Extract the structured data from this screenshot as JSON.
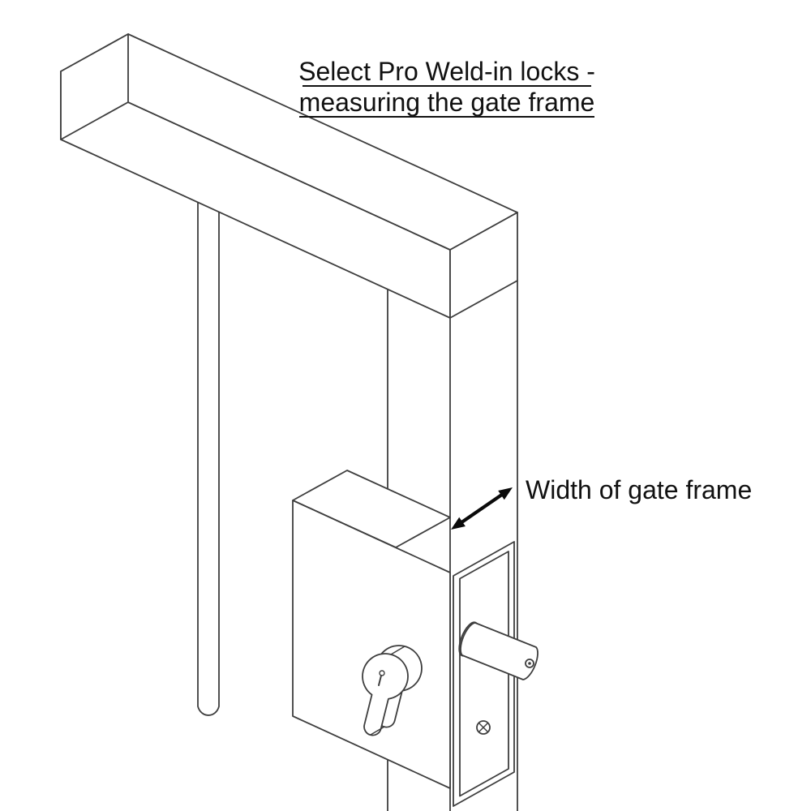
{
  "colors": {
    "background": "#ffffff",
    "line": "#3e3e3e",
    "text": "#111111",
    "arrow": "#0a0a0a"
  },
  "title": {
    "line1": "Select Pro Weld-in locks -",
    "line2": "measuring the gate frame"
  },
  "annotation": {
    "label": "Width of gate frame"
  },
  "diagram": {
    "parts": [
      "gate top rail",
      "gate post",
      "infill bar",
      "weld-in lock body",
      "lock faceplate",
      "latch bolt",
      "euro profile cylinder",
      "fixing screw"
    ]
  }
}
